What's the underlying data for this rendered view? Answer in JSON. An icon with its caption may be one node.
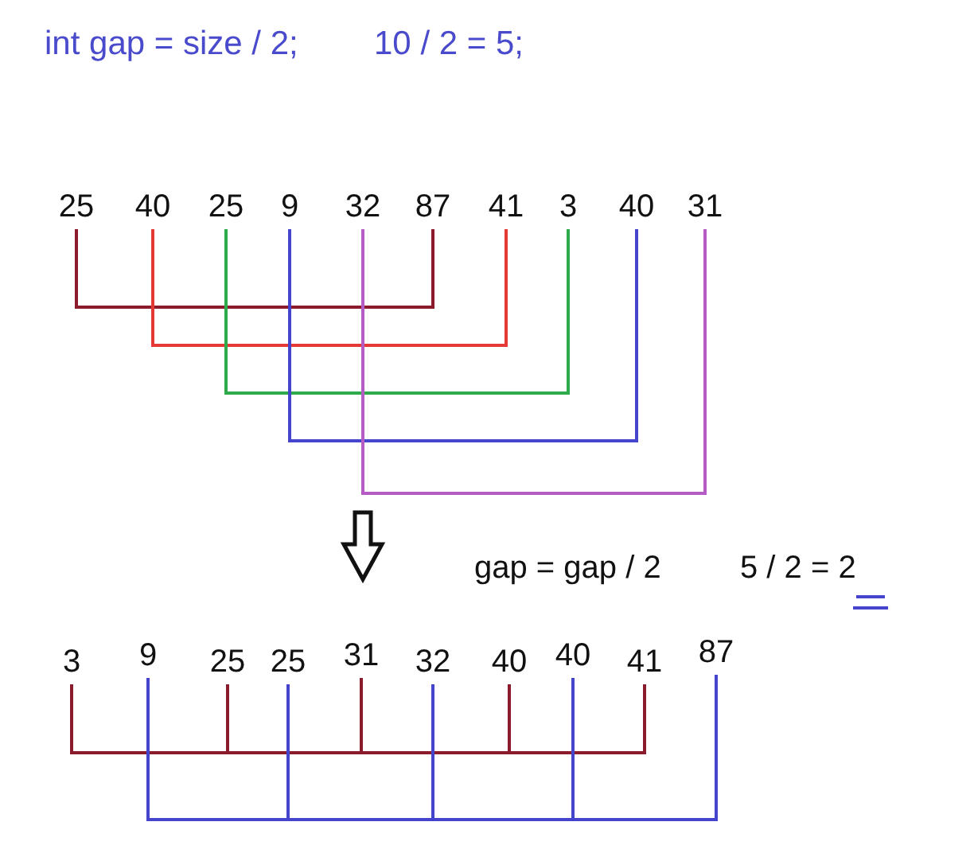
{
  "diagram": {
    "nodes": [
      {
        "text": [
          "25"
        ]
      },
      {
        "text": [
          "40"
        ]
      },
      {
        "text": [
          "25"
        ]
      },
      {
        "text": [
          "9"
        ]
      },
      {
        "text": [
          "32"
        ]
      },
      {
        "text": [
          "87"
        ]
      },
      {
        "text": [
          "41"
        ]
      },
      {
        "text": [
          "3"
        ]
      },
      {
        "text": [
          "40"
        ]
      },
      {
        "text": [
          "31"
        ]
      },
      {
        "text": [
          "3"
        ]
      },
      {
        "text": [
          "9"
        ]
      },
      {
        "text": [
          "25"
        ]
      },
      {
        "text": [
          "25"
        ]
      },
      {
        "text": [
          "31"
        ]
      },
      {
        "text": [
          "32"
        ]
      },
      {
        "text": [
          "40"
        ]
      },
      {
        "text": [
          "40"
        ]
      },
      {
        "text": [
          "41"
        ]
      },
      {
        "text": [
          "87"
        ]
      }
    ],
    "edges": [
      {
        "from": 0,
        "to": 5,
        "arrow": "none",
        "color": "#8b1a2b"
      },
      {
        "from": 1,
        "to": 6,
        "arrow": "none",
        "color": "#e53935"
      },
      {
        "from": 2,
        "to": 7,
        "arrow": "none",
        "color": "#2eaa4a"
      },
      {
        "from": 3,
        "to": 8,
        "arrow": "none",
        "color": "#4444cc"
      },
      {
        "from": 4,
        "to": 9,
        "arrow": "none",
        "color": "#b45cc4"
      },
      {
        "from": 10,
        "to": 12,
        "arrow": "none",
        "color": "#8b1a2b"
      },
      {
        "from": 12,
        "to": 14,
        "arrow": "none",
        "color": "#8b1a2b"
      },
      {
        "from": 14,
        "to": 16,
        "arrow": "none",
        "color": "#8b1a2b"
      },
      {
        "from": 16,
        "to": 18,
        "arrow": "none",
        "color": "#8b1a2b"
      },
      {
        "from": 11,
        "to": 13,
        "arrow": "none",
        "color": "#4444cc"
      },
      {
        "from": 13,
        "to": 15,
        "arrow": "none",
        "color": "#4444cc"
      },
      {
        "from": 15,
        "to": 17,
        "arrow": "none",
        "color": "#4444cc"
      },
      {
        "from": 17,
        "to": 19,
        "arrow": "none",
        "color": "#4444cc"
      }
    ],
    "labels": [
      "int gap = size / 2;",
      "10 / 2 = 5;",
      "gap = gap / 2",
      "5 / 2 = 2"
    ]
  }
}
